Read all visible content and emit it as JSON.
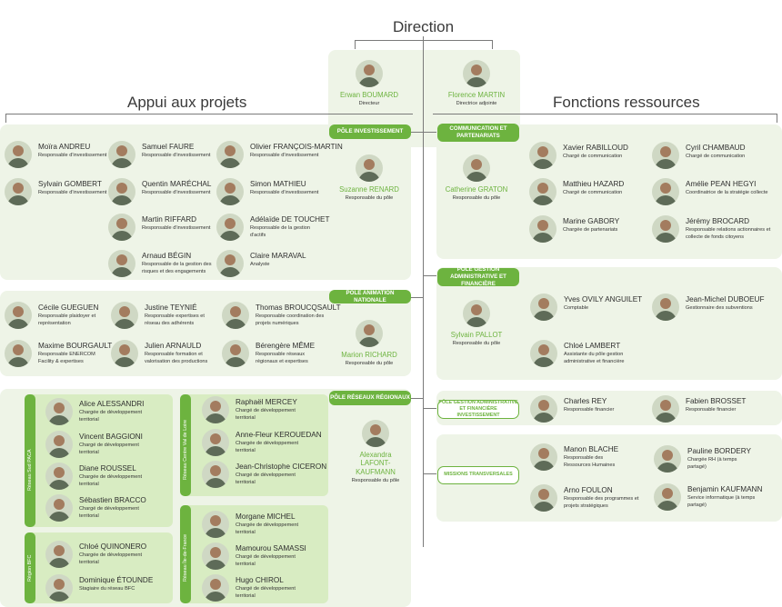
{
  "titles": {
    "direction": "Direction",
    "appui": "Appui aux projets",
    "fonctions": "Fonctions ressources"
  },
  "direction": [
    {
      "name": "Erwan BOUMARD",
      "role": "Directeur"
    },
    {
      "name": "Florence MARTIN",
      "role": "Directrice adjointe"
    }
  ],
  "poles": {
    "investissement": "Pôle investissement",
    "communication": "Communication et partenariats",
    "animation": "Pôle animation nationale",
    "gestion": "Pôle gestion administrative et financière",
    "gestion_invest": "Pôle gestion administrative et financière investissement",
    "reseaux": "Pôle réseaux régionaux",
    "missions": "Missions transversales"
  },
  "investissement": {
    "head": {
      "name": "Suzanne RENARD",
      "role": "Responsable du pôle"
    },
    "members": [
      {
        "name": "Moïra ANDREU",
        "role": "Responsable d'investissement"
      },
      {
        "name": "Samuel FAURE",
        "role": "Responsable d'investissement"
      },
      {
        "name": "Olivier FRANÇOIS-MARTIN",
        "role": "Responsable d'investissement"
      },
      {
        "name": "Sylvain GOMBERT",
        "role": "Responsable d'investissement"
      },
      {
        "name": "Quentin MARÉCHAL",
        "role": "Responsable d'investissement"
      },
      {
        "name": "Simon MATHIEU",
        "role": "Responsable d'investissement"
      },
      {
        "name": "Martin RIFFARD",
        "role": "Responsable d'investissement"
      },
      {
        "name": "Adélaïde DE TOUCHET",
        "role": "Responsable de la gestion d'actifs"
      },
      {
        "name": "Arnaud BÉGIN",
        "role": "Responsable de la gestion des risques et des engagements"
      },
      {
        "name": "Claire MARAVAL",
        "role": "Analyste"
      }
    ]
  },
  "communication": {
    "head": {
      "name": "Catherine GRATON",
      "role": "Responsable du pôle"
    },
    "members": [
      {
        "name": "Xavier RABILLOUD",
        "role": "Chargé de communication"
      },
      {
        "name": "Cyril CHAMBAUD",
        "role": "Chargé de communication"
      },
      {
        "name": "Matthieu HAZARD",
        "role": "Chargé de communication"
      },
      {
        "name": "Amélie PEAN HEGYI",
        "role": "Coordinatrice de la stratégie collecte"
      },
      {
        "name": "Marine GABORY",
        "role": "Chargée de partenariats"
      },
      {
        "name": "Jérémy BROCARD",
        "role": "Responsable relations actionnaires et collecte de fonds citoyens"
      }
    ]
  },
  "animation": {
    "head": {
      "name": "Marion RICHARD",
      "role": "Responsable du pôle"
    },
    "members": [
      {
        "name": "Cécile GUEGUEN",
        "role": "Responsable plaidoyer et représentation"
      },
      {
        "name": "Justine TEYNIÉ",
        "role": "Responsable expertises et réseau des adhérents"
      },
      {
        "name": "Thomas BROUCQSAULT",
        "role": "Responsable coordination des projets numériques"
      },
      {
        "name": "Maxime BOURGAULT",
        "role": "Responsable ENERCOM Facility & expertises"
      },
      {
        "name": "Julien ARNAULD",
        "role": "Responsable formation et valorisation des productions"
      },
      {
        "name": "Bérengère MÊME",
        "role": "Responsable réseaux régionaux et expertises"
      }
    ]
  },
  "gestion": {
    "head": {
      "name": "Sylvain PALLOT",
      "role": "Responsable du pôle"
    },
    "members": [
      {
        "name": "Yves OVILY ANGUILET",
        "role": "Comptable"
      },
      {
        "name": "Jean-Michel DUBOEUF",
        "role": "Gestionnaire des subventions"
      },
      {
        "name": "Chloé LAMBERT",
        "role": "Assistante du pôle gestion administrative et financière"
      }
    ]
  },
  "gestion_invest": {
    "members": [
      {
        "name": "Charles REY",
        "role": "Responsable financier"
      },
      {
        "name": "Fabien BROSSET",
        "role": "Responsable financier"
      }
    ]
  },
  "reseaux": {
    "head": {
      "name": "Alexandra LAFONT-KAUFMANN",
      "role": "Responsable du pôle"
    },
    "regions": {
      "sud": "Réseau Sud PACA",
      "bfc": "Région BFC",
      "centre": "Réseau Centre Val de Loire",
      "idf": "Réseau Île-de-France"
    },
    "sud": [
      {
        "name": "Alice ALESSANDRI",
        "role": "Chargée de développement territorial"
      },
      {
        "name": "Vincent BAGGIONI",
        "role": "Chargé de développement territorial"
      },
      {
        "name": "Diane ROUSSEL",
        "role": "Chargée de développement territorial"
      },
      {
        "name": "Sébastien BRACCO",
        "role": "Chargé de développement territorial"
      }
    ],
    "bfc": [
      {
        "name": "Chloé QUINONERO",
        "role": "Chargée de développement territorial"
      },
      {
        "name": "Dominique ÉTOUNDE",
        "role": "Stagiaire du réseau BFC"
      }
    ],
    "centre": [
      {
        "name": "Raphaël MERCEY",
        "role": "Chargé de développement territorial"
      },
      {
        "name": "Anne-Fleur KEROUEDAN",
        "role": "Chargée de développement territorial"
      },
      {
        "name": "Jean-Christophe CICERON",
        "role": "Chargé de développement territorial"
      }
    ],
    "idf": [
      {
        "name": "Morgane MICHEL",
        "role": "Chargée de développement territorial"
      },
      {
        "name": "Mamourou SAMASSI",
        "role": "Chargé de développement territorial"
      },
      {
        "name": "Hugo CHIROL",
        "role": "Chargé de développement territorial"
      }
    ]
  },
  "missions": {
    "members": [
      {
        "name": "Manon BLACHE",
        "role": "Responsable des Ressources Humaines"
      },
      {
        "name": "Pauline BORDERY",
        "role": "Chargée RH (à temps partagé)"
      },
      {
        "name": "Arno FOULON",
        "role": "Responsable des programmes et projets stratégiques"
      },
      {
        "name": "Benjamin KAUFMANN",
        "role": "Service informatique (à temps partagé)"
      }
    ]
  }
}
